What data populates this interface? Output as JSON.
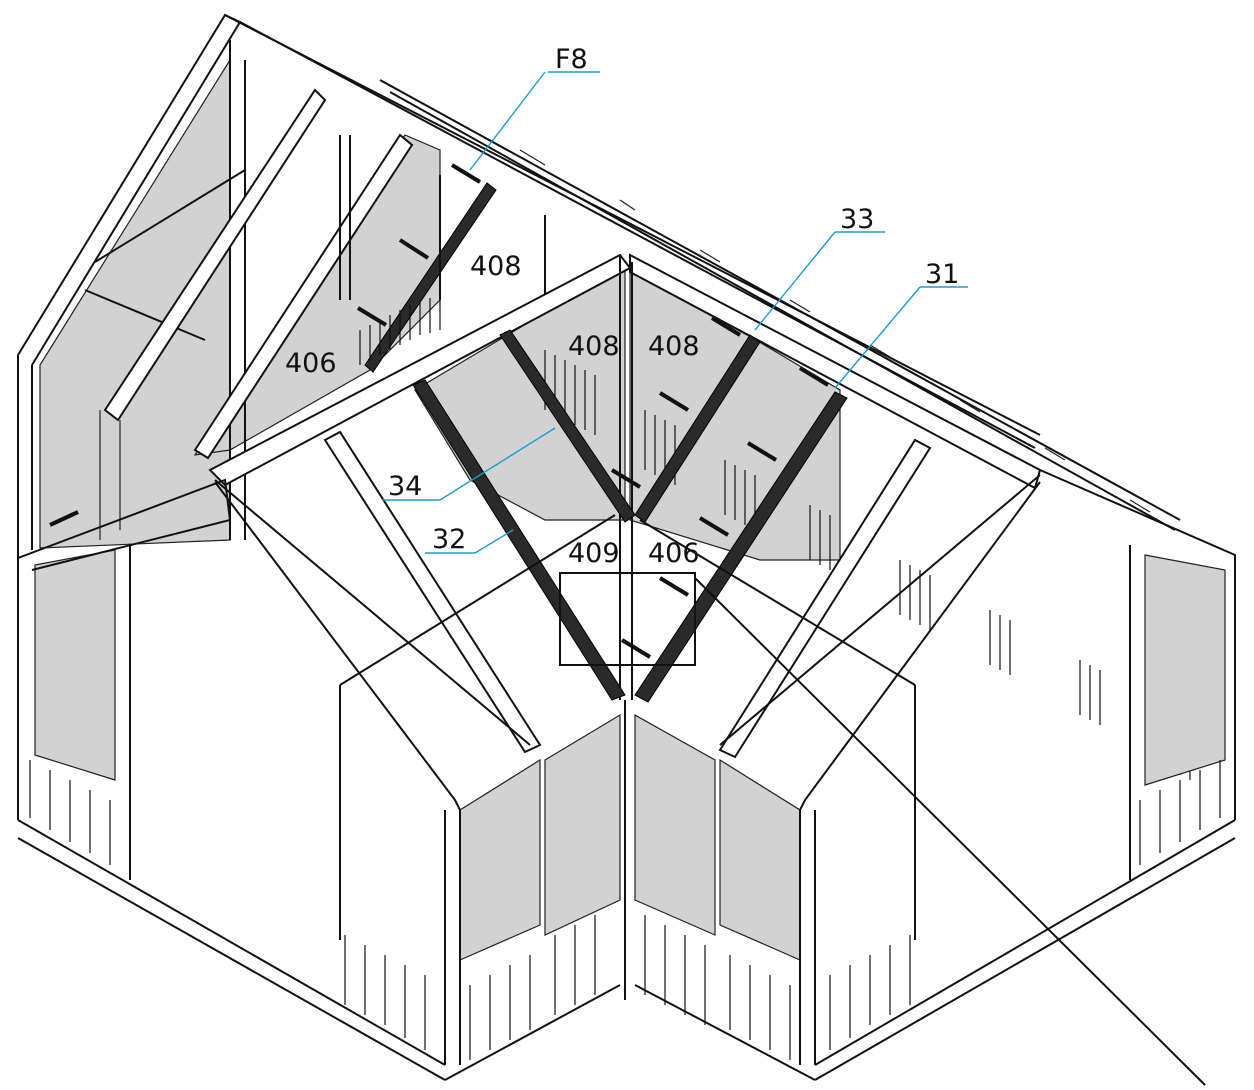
{
  "callouts": {
    "f8": "F8",
    "c33": "33",
    "c31": "31",
    "c34": "34",
    "c32": "32"
  },
  "panel_labels": {
    "left_back_408": "408",
    "left_back_406": "406",
    "center_left_408": "408",
    "center_right_408": "408",
    "front_left_409": "409",
    "front_right_406": "406"
  },
  "colors": {
    "panel_fill": "#d2d2d2",
    "leader_line": "#1b9bd1",
    "highlight_beam": "#2a2a2a"
  }
}
